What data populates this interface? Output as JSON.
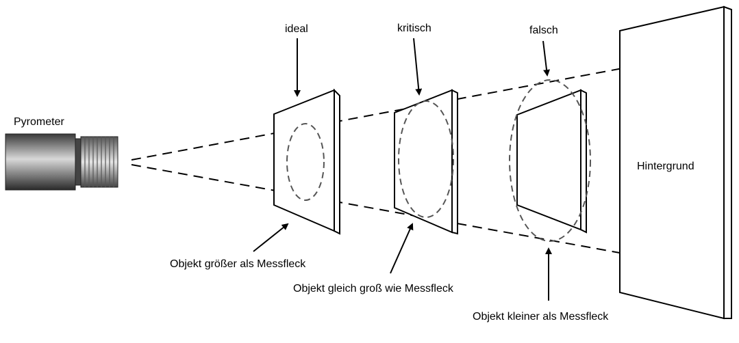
{
  "labels": {
    "pyrometer": "Pyrometer",
    "ideal": "ideal",
    "critical": "kritisch",
    "wrong": "falsch",
    "background": "Hintergrund",
    "object_larger": "Objekt größer als Messfleck",
    "object_equal": "Objekt gleich groß wie Messfleck",
    "object_smaller": "Objekt kleiner als Messfleck"
  },
  "colors": {
    "line": "#000000",
    "spot_outline": "#555555",
    "pyrometer_body_dark": "#2e2e2e",
    "pyrometer_body_light": "#d9d9d9"
  }
}
